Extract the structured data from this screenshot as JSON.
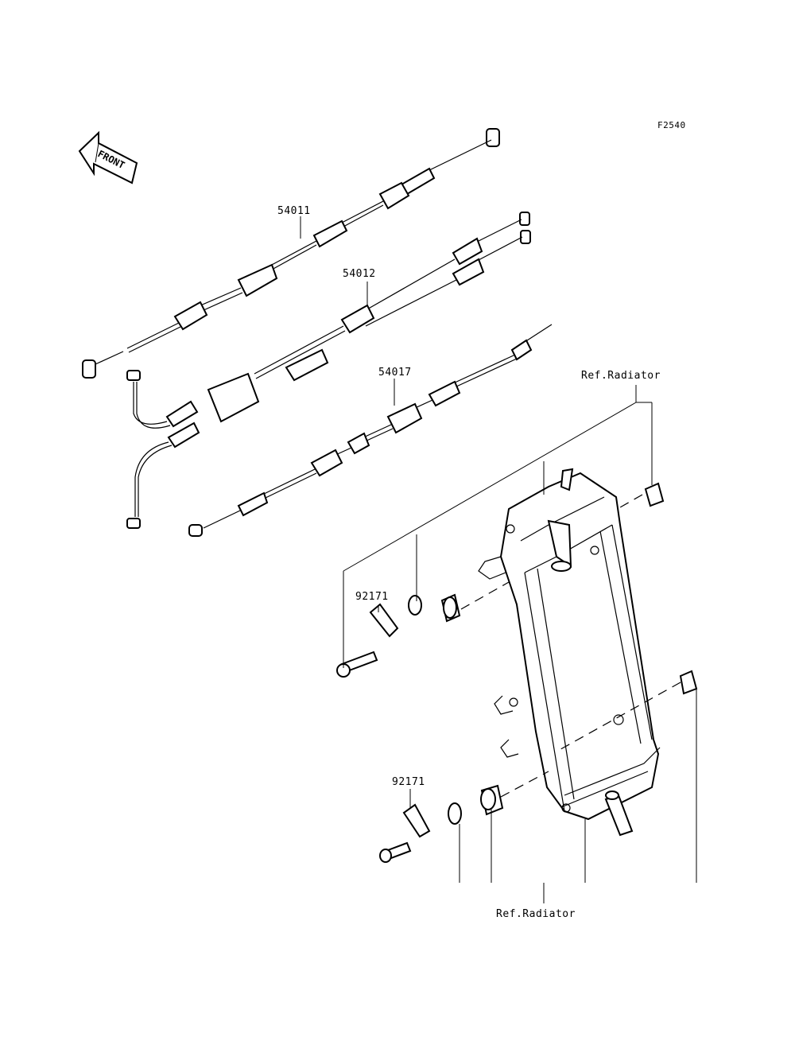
{
  "figure_code": "F2540",
  "front_label": "FRONT",
  "parts": {
    "throttle_cable_a": "54011",
    "throttle_cable_b": "54012",
    "choke_cable": "54017",
    "clamp_upper": "92171",
    "clamp_lower": "92171"
  },
  "references": {
    "radiator_top": "Ref.Radiator",
    "radiator_bottom": "Ref.Radiator"
  }
}
